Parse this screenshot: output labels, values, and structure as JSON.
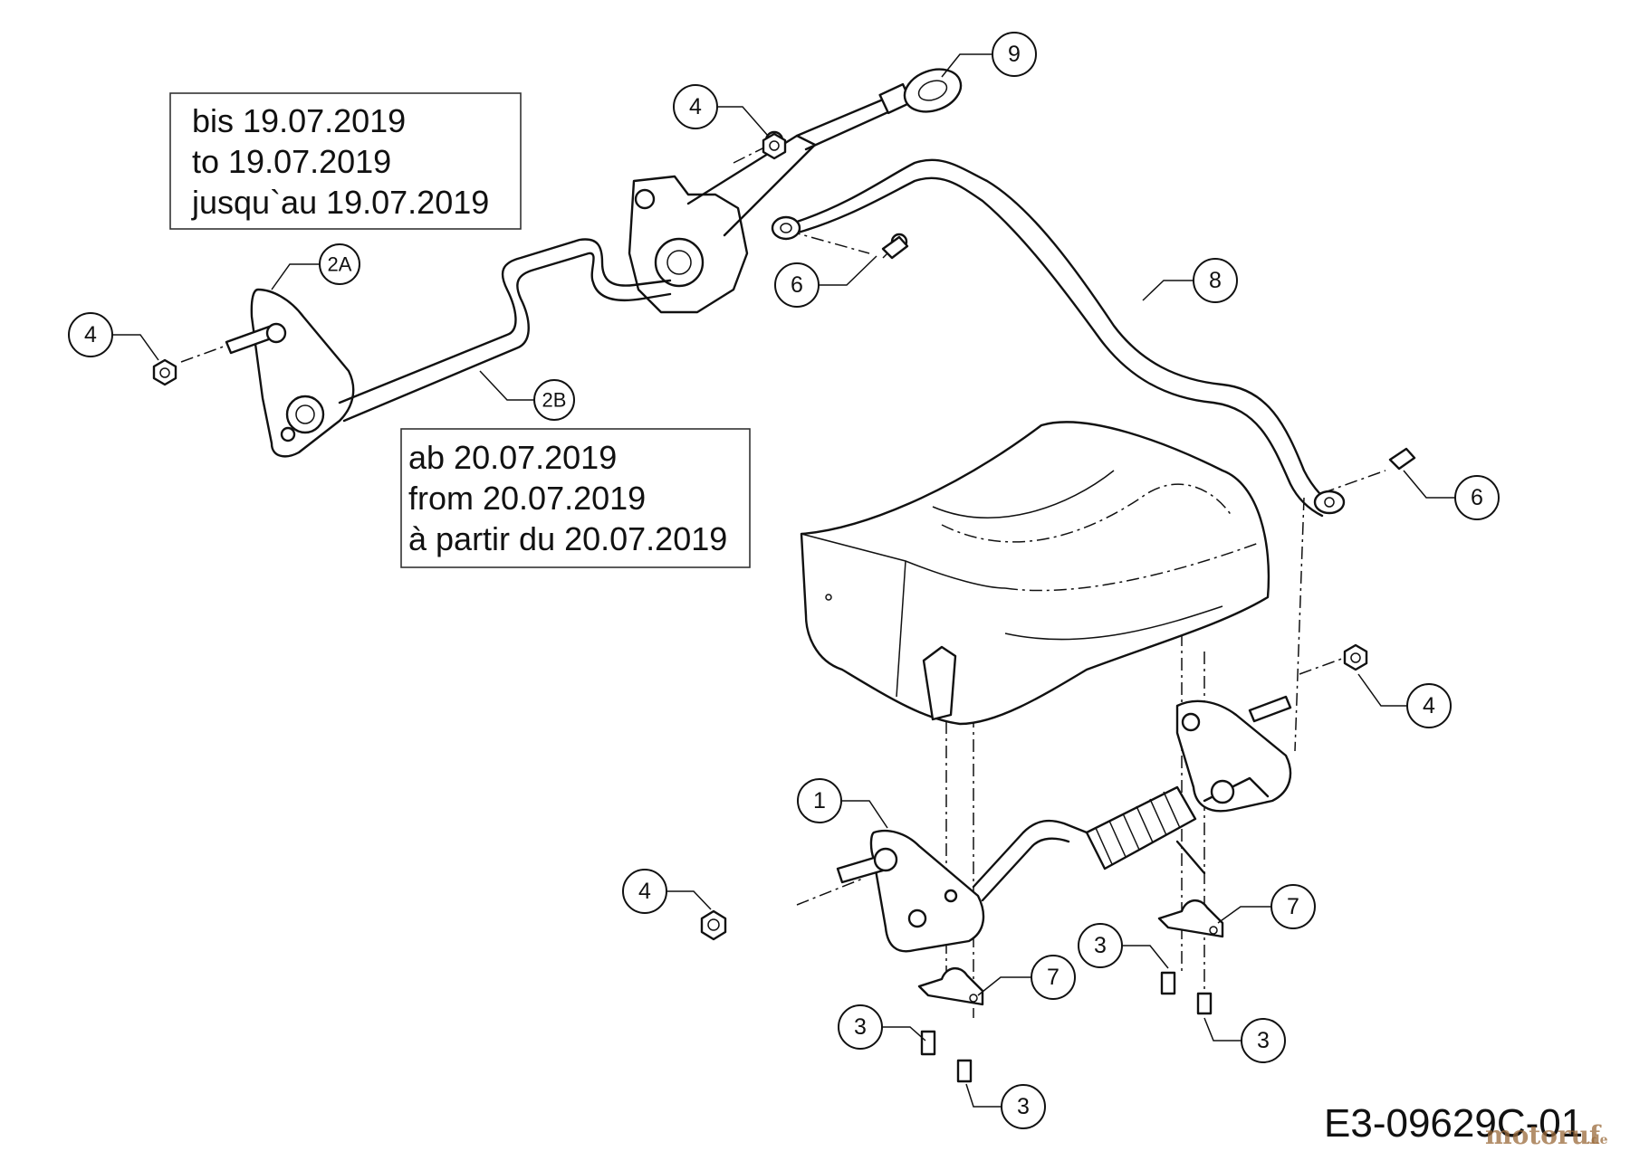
{
  "callouts": [
    {
      "label": "9"
    },
    {
      "label": "4"
    },
    {
      "label": "2A"
    },
    {
      "label": "4"
    },
    {
      "label": "2B"
    },
    {
      "label": "6"
    },
    {
      "label": "8"
    },
    {
      "label": "6"
    },
    {
      "label": "4"
    },
    {
      "label": "1"
    },
    {
      "label": "4"
    },
    {
      "label": "7"
    },
    {
      "label": "3"
    },
    {
      "label": "7"
    },
    {
      "label": "3"
    },
    {
      "label": "3"
    },
    {
      "label": "3"
    }
  ],
  "notes": {
    "before": [
      "bis 19.07.2019",
      "to 19.07.2019",
      "jusqu`au 19.07.2019"
    ],
    "after": [
      "ab 20.07.2019",
      "from 20.07.2019",
      "à partir du 20.07.2019"
    ]
  },
  "drawing_code": "E3-09629C-01",
  "watermark": {
    "text": "motoruf",
    "suffix": ".de"
  }
}
